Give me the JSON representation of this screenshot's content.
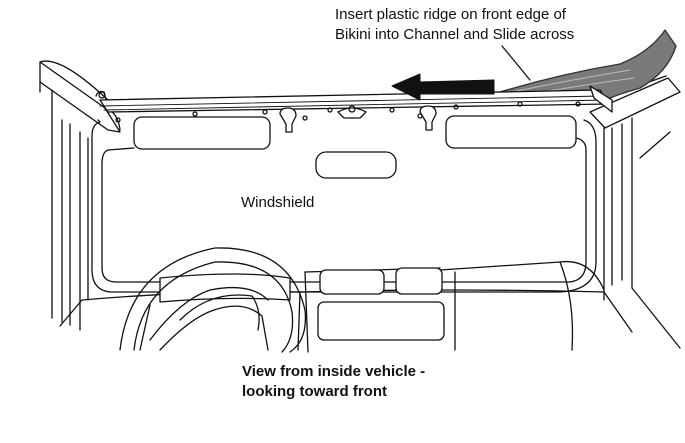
{
  "callout": {
    "line1": "Insert plastic ridge on front edge of",
    "line2": "Bikini into Channel and Slide across"
  },
  "windshield_label": "Windshield",
  "caption": {
    "line1": "View from inside vehicle -",
    "line2": "looking toward front"
  },
  "colors": {
    "ink": "#111111",
    "fabric": "#7a7a7a",
    "background": "#ffffff"
  }
}
